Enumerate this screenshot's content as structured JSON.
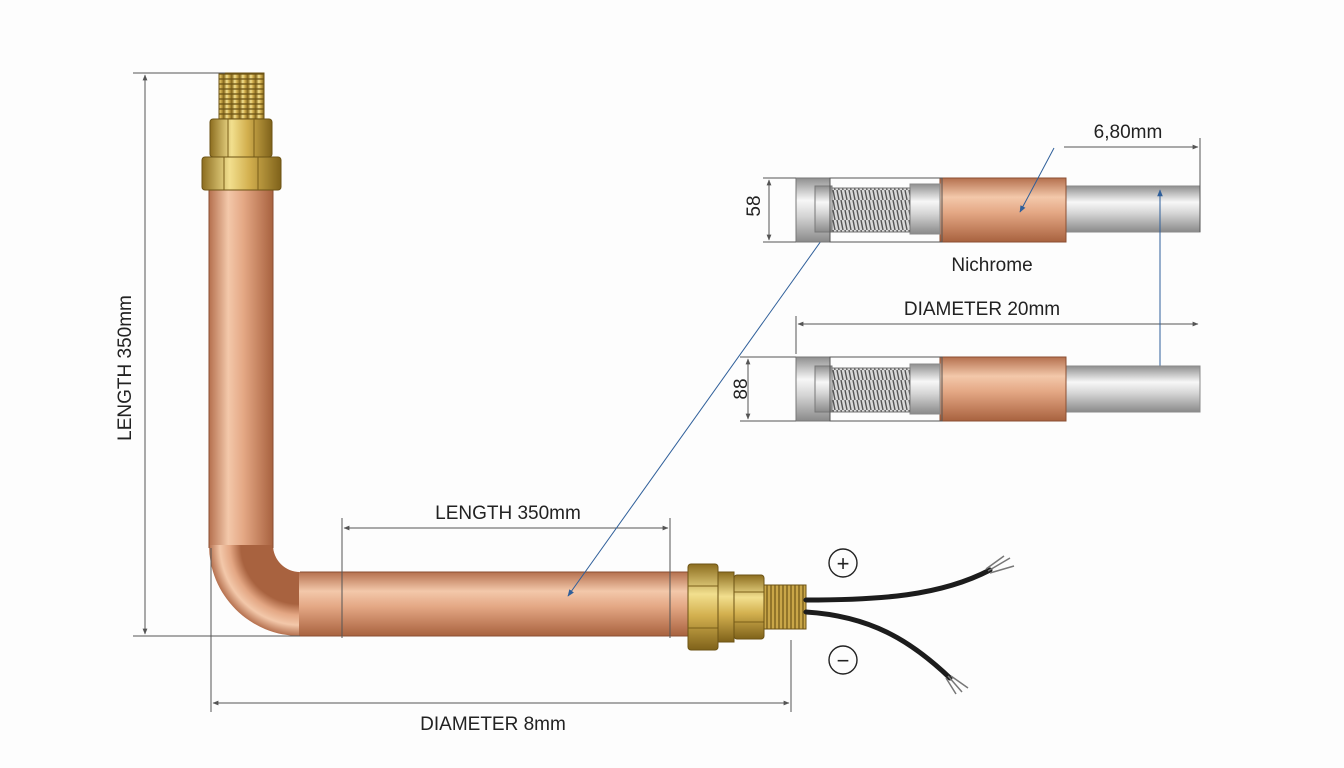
{
  "labels": {
    "vertical_length": "LENGTH 350mm",
    "horizontal_length": "LENGTH 350mm",
    "bottom_diameter": "DIAMETER 8mm",
    "detail_diameter": "DIAMETER 20mm",
    "top_dimension": "6,80mm",
    "material": "Nichrome",
    "detail_top_height": "58",
    "detail_bottom_height": "88",
    "positive_terminal": "+",
    "negative_terminal": "−"
  },
  "colors": {
    "copper_light": "#f1c3a4",
    "copper_mid": "#dc9a74",
    "copper_dark": "#b26a47",
    "brass_light": "#f0dc88",
    "brass_mid": "#c9a648",
    "brass_dark": "#8c6d1f",
    "steel_light": "#f4f4f4",
    "steel_dark": "#9a9a9a",
    "wire": "#1c1c1c",
    "leader_line": "#2f5f9a",
    "dimension_line": "#555555"
  }
}
